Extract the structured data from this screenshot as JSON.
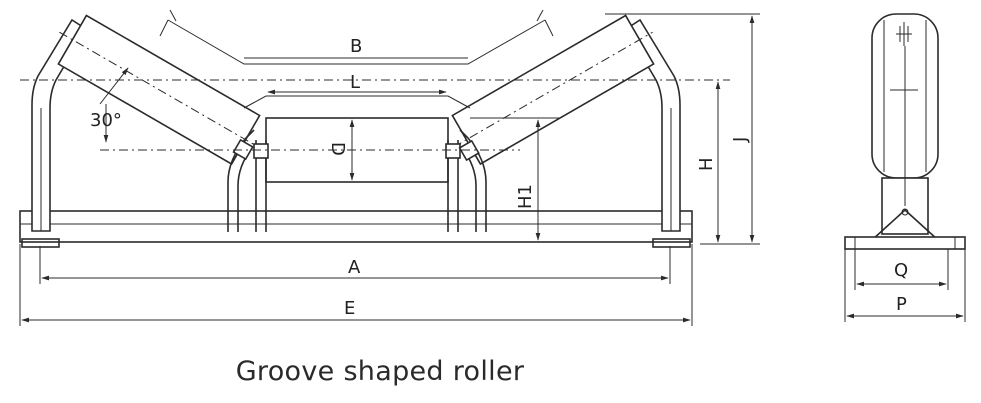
{
  "caption": "Groove shaped roller",
  "labels": {
    "B": "B",
    "L": "L",
    "D": "D",
    "angle": "30°",
    "H": "H",
    "H1": "H1",
    "J": "J",
    "A": "A",
    "E": "E",
    "Q": "Q",
    "P": "P"
  }
}
